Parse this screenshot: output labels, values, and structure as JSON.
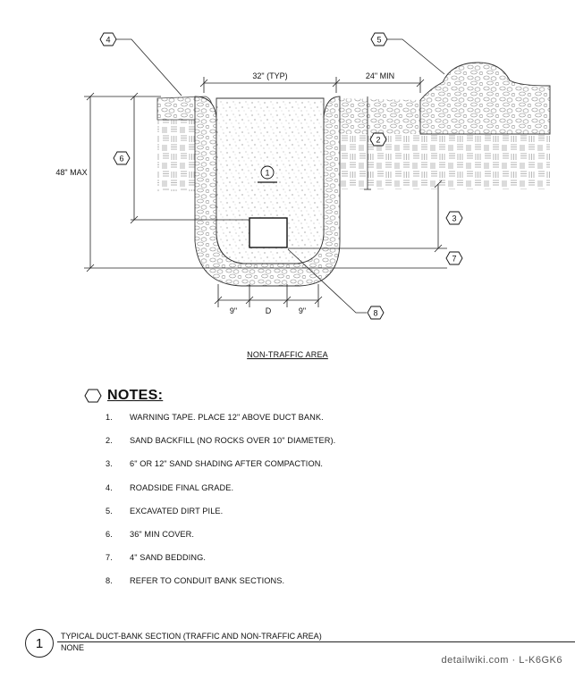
{
  "drawing": {
    "dims": {
      "trench_width": "32\" (TYP)",
      "offset": "24\" MIN",
      "depth": "48\" MAX",
      "left_clear": "9\"",
      "duct": "D",
      "right_clear": "9\""
    },
    "callouts": [
      "1",
      "2",
      "3",
      "4",
      "5",
      "6",
      "7",
      "8"
    ]
  },
  "subtitle": "NON-TRAFFIC AREA",
  "notes": {
    "heading": "NOTES:",
    "items": [
      {
        "num": "1.",
        "text": "WARNING TAPE. PLACE 12\" ABOVE DUCT BANK."
      },
      {
        "num": "2.",
        "text": "SAND BACKFILL (NO ROCKS OVER 10\" DIAMETER)."
      },
      {
        "num": "3.",
        "text": "6\" OR 12\" SAND SHADING AFTER COMPACTION."
      },
      {
        "num": "4.",
        "text": "ROADSIDE FINAL GRADE."
      },
      {
        "num": "5.",
        "text": "EXCAVATED DIRT PILE."
      },
      {
        "num": "6.",
        "text": "36\" MIN COVER."
      },
      {
        "num": "7.",
        "text": "4\" SAND BEDDING."
      },
      {
        "num": "8.",
        "text": "REFER TO CONDUIT BANK SECTIONS."
      }
    ]
  },
  "title_block": {
    "detail_number": "1",
    "title": "TYPICAL DUCT-BANK SECTION (TRAFFIC AND NON-TRAFFIC AREA)",
    "scale": "NONE"
  },
  "watermark": "detailwiki.com · L-K6GK6"
}
